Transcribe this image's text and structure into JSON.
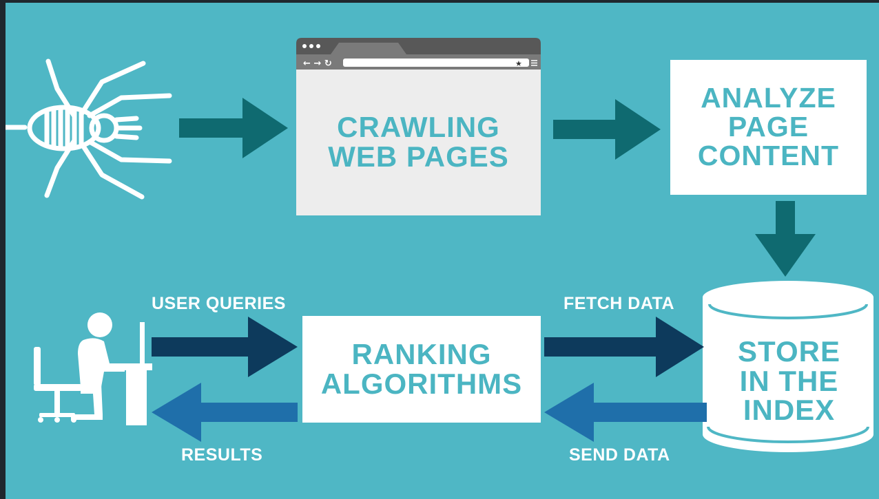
{
  "diagram": {
    "crawl_box": {
      "line1": "CRAWLING",
      "line2": "WEB PAGES"
    },
    "analyze_box": {
      "line1": "ANALYZE",
      "line2": "PAGE",
      "line3": "CONTENT"
    },
    "ranking_box": {
      "line1": "RANKING",
      "line2": "ALGORITHMS"
    },
    "index_store": {
      "line1": "STORE",
      "line2": "IN THE",
      "line3": "INDEX"
    },
    "labels": {
      "user_queries": "USER QUERIES",
      "results": "RESULTS",
      "fetch_data": "FETCH DATA",
      "send_data": "SEND DATA"
    }
  },
  "colors": {
    "background": "#4fb7c5",
    "teal_arrow": "#0f6a70",
    "navy_arrow": "#0d3a5c",
    "blue_arrow": "#1f6faa",
    "box_text": "#4bb5c2",
    "browser_chrome": "#585858"
  },
  "icons": [
    "spider-icon",
    "browser-window-icon",
    "star-icon",
    "menu-icon",
    "user-at-desk-icon",
    "database-cylinder-icon"
  ]
}
